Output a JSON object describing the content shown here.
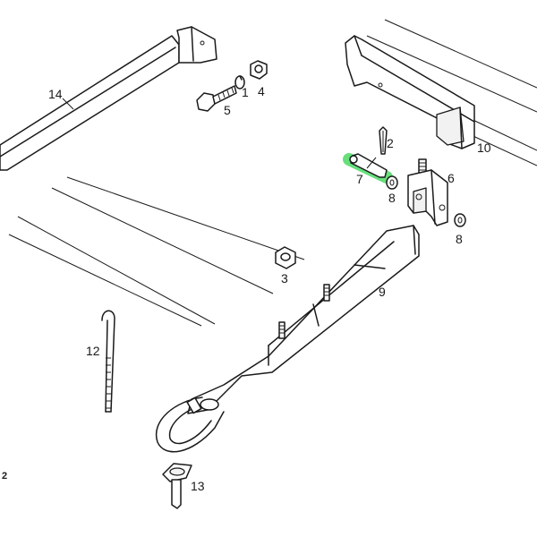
{
  "diagram": {
    "callouts": [
      {
        "key": "c14",
        "label": "14",
        "part": "cross-bar"
      },
      {
        "key": "c5",
        "label": "5",
        "part": "bolt"
      },
      {
        "key": "c1",
        "label": "1",
        "part": "lock-washer"
      },
      {
        "key": "c4",
        "label": "4",
        "part": "hex-nut"
      },
      {
        "key": "c10",
        "label": "10",
        "part": "mounting-bracket"
      },
      {
        "key": "c2",
        "label": "2",
        "part": "cotter-pin"
      },
      {
        "key": "c7",
        "label": "7",
        "part": "clevis-pin"
      },
      {
        "key": "c6",
        "label": "6",
        "part": "u-clamp"
      },
      {
        "key": "c8a",
        "label": "8",
        "part": "washer"
      },
      {
        "key": "c8b",
        "label": "8",
        "part": "washer"
      },
      {
        "key": "c3",
        "label": "3",
        "part": "hex-nut"
      },
      {
        "key": "c9",
        "label": "9",
        "part": "drawbar-tongue"
      },
      {
        "key": "c12",
        "label": "12",
        "part": "j-bolt"
      },
      {
        "key": "c13",
        "label": "13",
        "part": "hitch-pin"
      }
    ],
    "page_ref": "2",
    "highlight_color": "#4cd964",
    "highlighted_part": "7"
  }
}
